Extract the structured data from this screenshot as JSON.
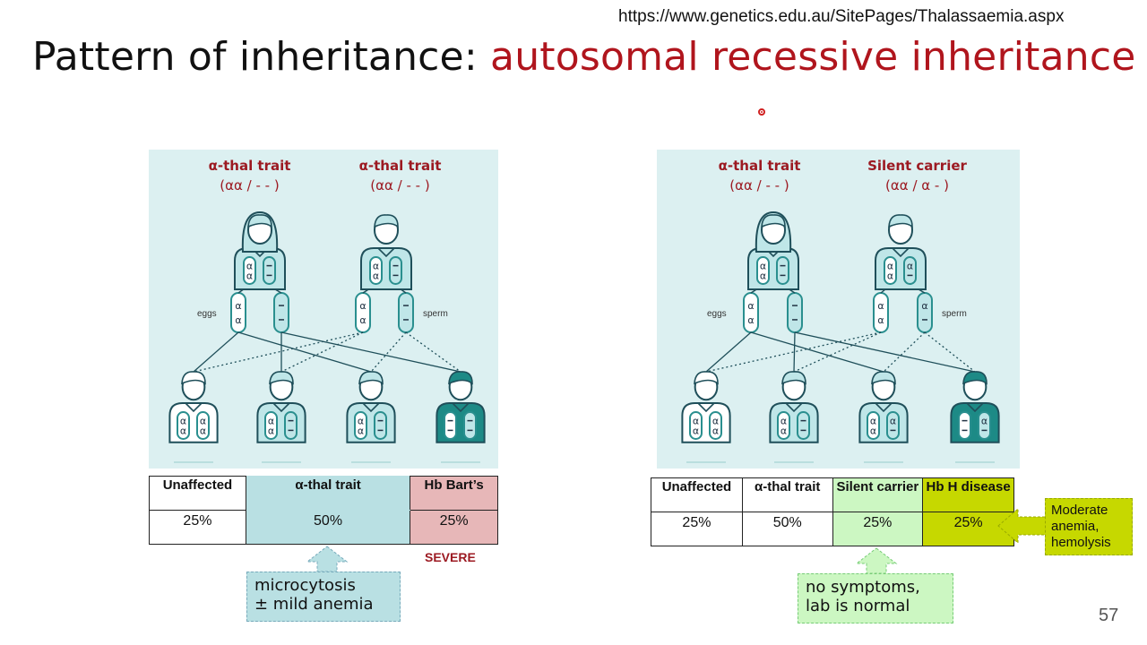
{
  "url": "https://www.genetics.edu.au/SitePages/Thalassaemia.aspx",
  "title": {
    "prefix": "Pattern of inheritance: ",
    "highlight": "autosomal recessive inheritance"
  },
  "left": {
    "mother_label": "α-thal trait",
    "mother_genotype": "(αα / - - )",
    "father_label": "α-thal trait",
    "father_genotype": "(αα / - - )",
    "eggs": "eggs",
    "sperm": "sperm",
    "gamete_alpha": "α",
    "table": {
      "headers": [
        "Unaffected",
        "α-thal trait",
        "Hb Bart’s"
      ],
      "values": [
        "25%",
        "50%",
        "25%"
      ]
    },
    "severe": "SEVERE",
    "note_lines": [
      "microcytosis",
      "± mild anemia"
    ]
  },
  "right": {
    "mother_label": "α-thal trait",
    "mother_genotype": "(αα / - - )",
    "father_label": "Silent carrier",
    "father_genotype": "(αα / α  - )",
    "eggs": "eggs",
    "sperm": "sperm",
    "table": {
      "headers": [
        "Unaffected",
        "α-thal trait",
        "Silent carrier",
        "Hb H disease"
      ],
      "values": [
        "25%",
        "50%",
        "25%",
        "25%"
      ]
    },
    "note_lines": [
      "no symptoms,",
      "lab is normal"
    ],
    "side_note_lines": [
      "Moderate",
      "anemia,",
      "hemolysis"
    ]
  },
  "page_number": "57",
  "colors": {
    "title_highlight": "#b0151d",
    "panel": "#dcf0f1",
    "teal": "#2a8f8f",
    "trait_cell": "#b9e0e3",
    "bart_cell": "#e7b7b8",
    "silent_cell": "#ccf7c2",
    "hbh_cell": "#c6d800"
  }
}
